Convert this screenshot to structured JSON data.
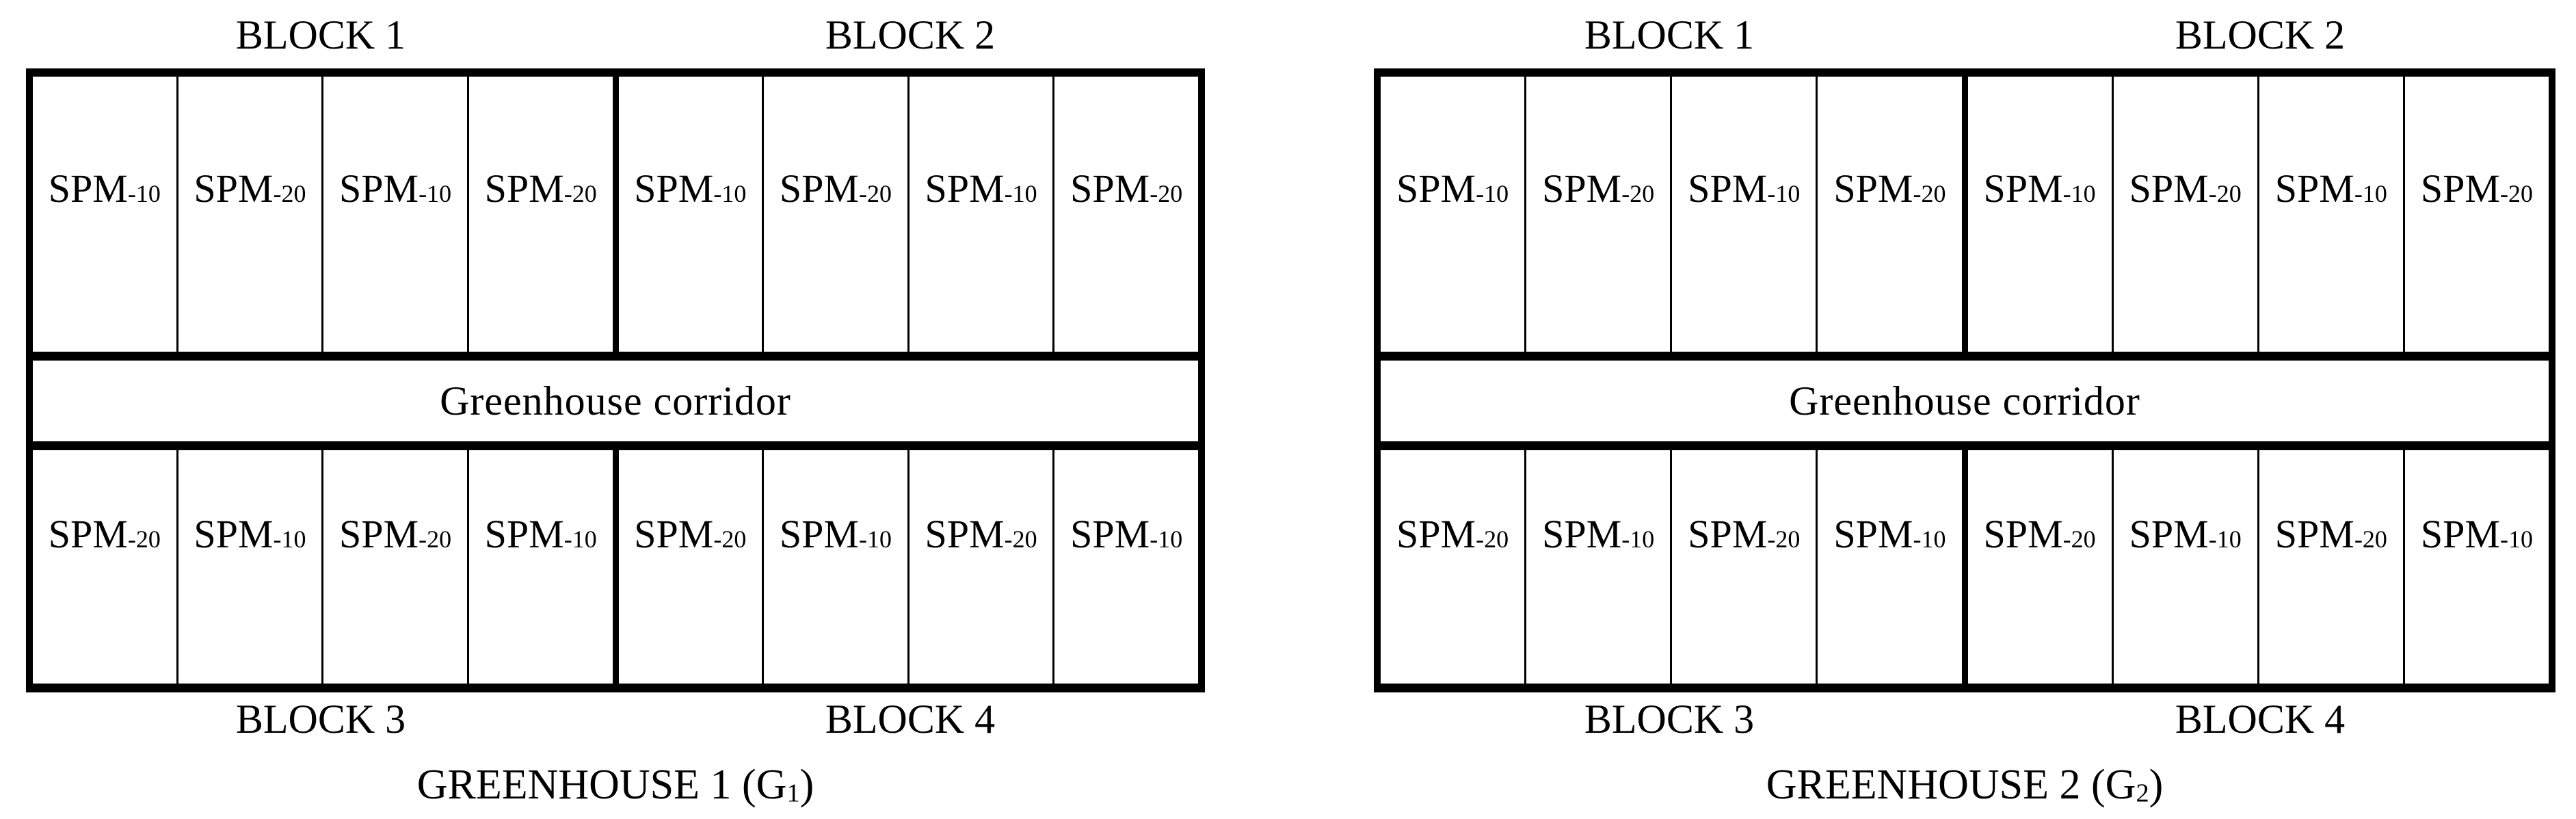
{
  "colors": {
    "ink": "#000000",
    "background": "#ffffff"
  },
  "greenhouses": [
    {
      "blocks": [
        "BLOCK 1",
        "BLOCK 2",
        "BLOCK 3",
        "BLOCK 4"
      ],
      "corridor_label": "Greenhouse corridor",
      "caption_main": "GREENHOUSE 1 (G",
      "caption_sub": "1",
      "caption_close": ")",
      "top_row": [
        {
          "prefix": "SPM",
          "sub": "-10"
        },
        {
          "prefix": "SPM",
          "sub": "-20"
        },
        {
          "prefix": "SPM",
          "sub": "-10"
        },
        {
          "prefix": "SPM",
          "sub": "-20"
        },
        {
          "prefix": "SPM",
          "sub": "-10"
        },
        {
          "prefix": "SPM",
          "sub": "-20"
        },
        {
          "prefix": "SPM",
          "sub": "-10"
        },
        {
          "prefix": "SPM",
          "sub": "-20"
        }
      ],
      "bottom_row": [
        {
          "prefix": "SPM",
          "sub": "-20"
        },
        {
          "prefix": "SPM",
          "sub": "-10"
        },
        {
          "prefix": "SPM",
          "sub": "-20"
        },
        {
          "prefix": "SPM",
          "sub": "-10"
        },
        {
          "prefix": "SPM",
          "sub": "-20"
        },
        {
          "prefix": "SPM",
          "sub": "-10"
        },
        {
          "prefix": "SPM",
          "sub": "-20"
        },
        {
          "prefix": "SPM",
          "sub": "-10"
        }
      ]
    },
    {
      "blocks": [
        "BLOCK 1",
        "BLOCK 2",
        "BLOCK 3",
        "BLOCK 4"
      ],
      "corridor_label": "Greenhouse corridor",
      "caption_main": "GREENHOUSE 2 (G",
      "caption_sub": "2",
      "caption_close": ")",
      "top_row": [
        {
          "prefix": "SPM",
          "sub": "-10"
        },
        {
          "prefix": "SPM",
          "sub": "-20"
        },
        {
          "prefix": "SPM",
          "sub": "-10"
        },
        {
          "prefix": "SPM",
          "sub": "-20"
        },
        {
          "prefix": "SPM",
          "sub": "-10"
        },
        {
          "prefix": "SPM",
          "sub": "-20"
        },
        {
          "prefix": "SPM",
          "sub": "-10"
        },
        {
          "prefix": "SPM",
          "sub": "-20"
        }
      ],
      "bottom_row": [
        {
          "prefix": "SPM",
          "sub": "-20"
        },
        {
          "prefix": "SPM",
          "sub": "-10"
        },
        {
          "prefix": "SPM",
          "sub": "-20"
        },
        {
          "prefix": "SPM",
          "sub": "-10"
        },
        {
          "prefix": "SPM",
          "sub": "-20"
        },
        {
          "prefix": "SPM",
          "sub": "-10"
        },
        {
          "prefix": "SPM",
          "sub": "-20"
        },
        {
          "prefix": "SPM",
          "sub": "-10"
        }
      ]
    }
  ]
}
